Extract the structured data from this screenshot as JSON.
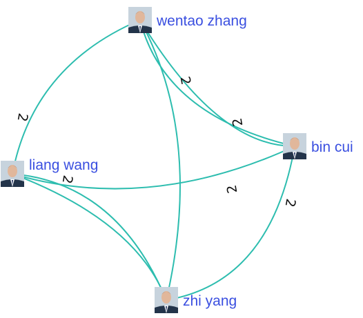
{
  "theme": {
    "edge_color": "#2dbdaf",
    "label_color": "#111111",
    "name_color": "#3a4fe0",
    "avatar_icon": "person-avatar-icon"
  },
  "nodes": [
    {
      "id": "wentao",
      "name": "wentao zhang"
    },
    {
      "id": "bin",
      "name": "bin cui"
    },
    {
      "id": "liang",
      "name": "liang wang"
    },
    {
      "id": "zhi",
      "name": "zhi yang"
    }
  ],
  "edges": [
    {
      "source": "wentao",
      "target": "liang",
      "label": "2"
    },
    {
      "source": "wentao",
      "target": "bin",
      "label": "2"
    },
    {
      "source": "wentao",
      "target": "bin",
      "label": "2"
    },
    {
      "source": "wentao",
      "target": "zhi",
      "label": ""
    },
    {
      "source": "liang",
      "target": "bin",
      "label": "2"
    },
    {
      "source": "liang",
      "target": "zhi",
      "label": "2"
    },
    {
      "source": "liang",
      "target": "zhi",
      "label": ""
    },
    {
      "source": "bin",
      "target": "zhi",
      "label": "2"
    }
  ]
}
